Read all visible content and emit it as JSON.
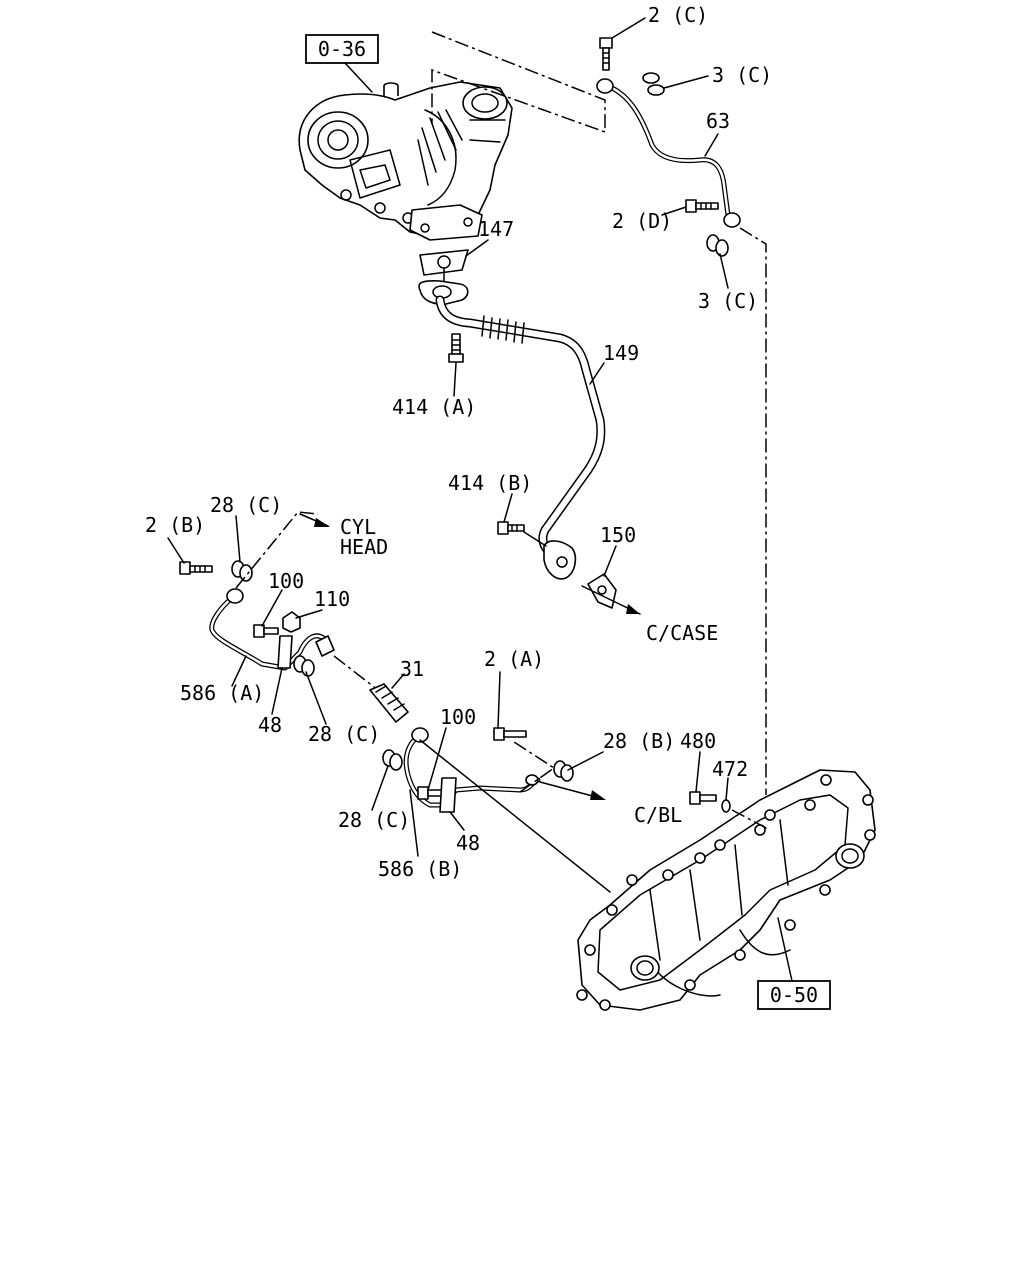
{
  "references": {
    "turbo": "0-36",
    "manifold": "0-50"
  },
  "callouts": {
    "c2C": "2 (C)",
    "c3C_top": "3 (C)",
    "c63": "63",
    "c2D": "2 (D)",
    "c3C_low": "3 (C)",
    "c147": "147",
    "c149": "149",
    "c414A": "414 (A)",
    "c414B": "414 (B)",
    "c150": "150",
    "c2B": "2 (B)",
    "c28C_top": "28 (C)",
    "c100_upper": "100",
    "c110": "110",
    "c586A": "586 (A)",
    "c48_upper": "48",
    "c28C_mid": "28 (C)",
    "c31": "31",
    "c2A": "2 (A)",
    "c100_lower": "100",
    "c28B": "28 (B)",
    "c480": "480",
    "c472": "472",
    "c28C_low": "28 (C)",
    "c48_lower": "48",
    "c586B": "586 (B)"
  },
  "destinations": {
    "cyl_line1": "CYL",
    "cyl_line2": "HEAD",
    "ccase": "C/CASE",
    "cbl": "C/BL"
  }
}
